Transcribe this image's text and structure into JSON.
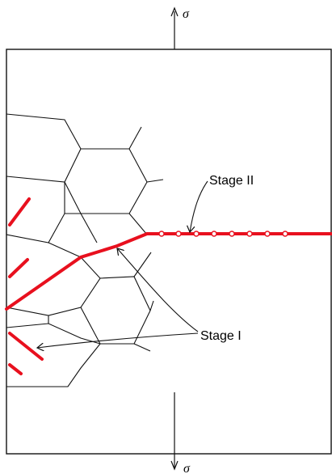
{
  "labels": {
    "stage_two": "Stage II",
    "stage_one": "Stage I",
    "sigma_top": "σ",
    "sigma_bottom": "σ"
  },
  "colors": {
    "crack": "#e8101e",
    "line": "#111111",
    "background": "#ffffff"
  }
}
